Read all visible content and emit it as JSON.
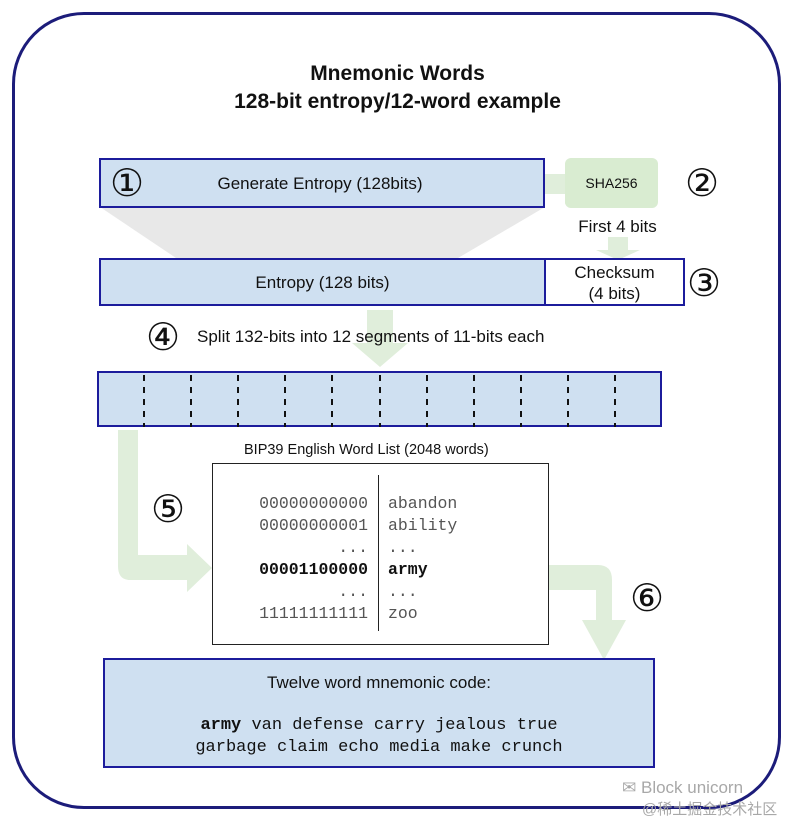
{
  "title": {
    "line1": "Mnemonic Words",
    "line2": "128-bit entropy/12-word example"
  },
  "step1": {
    "marker": "①",
    "label": "Generate Entropy (128bits)"
  },
  "step2": {
    "marker": "②",
    "hash_label": "SHA256",
    "note": "First 4 bits"
  },
  "step3": {
    "marker": "③",
    "entropy_label": "Entropy (128 bits)",
    "checksum_line1": "Checksum",
    "checksum_line2": "(4 bits)"
  },
  "step4": {
    "marker": "④",
    "label": "Split 132-bits into 12 segments of 11-bits each",
    "segments": 12
  },
  "step5": {
    "marker": "⑤",
    "wordlist_title": "BIP39 English Word List (2048 words)",
    "rows": [
      {
        "bits": "00000000000",
        "word": "abandon",
        "highlight": false
      },
      {
        "bits": "00000000001",
        "word": "ability",
        "highlight": false
      },
      {
        "bits": "...",
        "word": "...",
        "highlight": false
      },
      {
        "bits": "00001100000",
        "word": "army",
        "highlight": true
      },
      {
        "bits": "...",
        "word": "...",
        "highlight": false
      },
      {
        "bits": "11111111111",
        "word": "zoo",
        "highlight": false
      }
    ]
  },
  "step6": {
    "marker": "⑥",
    "title": "Twelve word mnemonic code:",
    "first_word": "army",
    "line1_rest": " van defense carry jealous true",
    "line2": "garbage claim echo media make crunch"
  },
  "watermark": {
    "line1": "Block unicorn",
    "line2": "@稀土掘金技术社区"
  },
  "colors": {
    "frame": "#1c1c7a",
    "box_fill": "#cfe0f1",
    "box_border": "#1c1c9c",
    "arrow_green": "#e0eedb",
    "funnel_gray": "#e8e8e8"
  }
}
